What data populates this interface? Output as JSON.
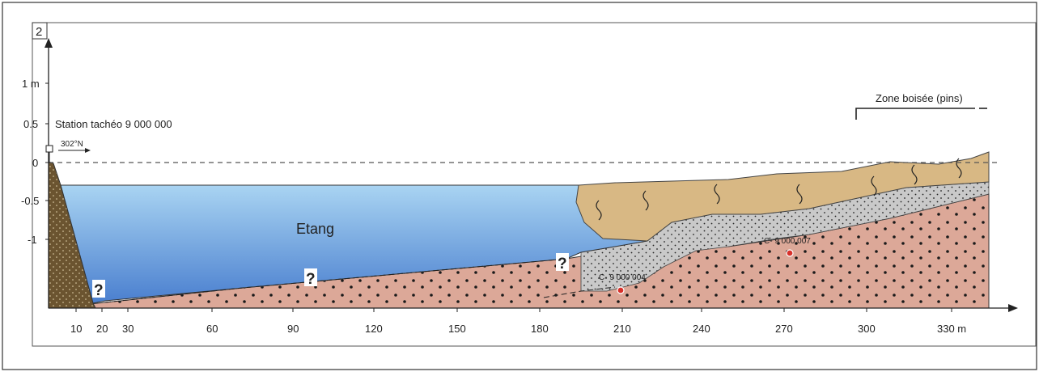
{
  "figure": {
    "panel_number": "2",
    "y_axis_ticks": [
      "1 m",
      "0.5",
      "0",
      "-0.5",
      "-1"
    ],
    "x_axis_ticks": [
      "10",
      "20",
      "30",
      "60",
      "90",
      "120",
      "150",
      "180",
      "210",
      "240",
      "270",
      "300",
      "330 m"
    ],
    "station_label": "Station tachéo 9 000 000",
    "bearing_label": "302°N",
    "pond_label": "Etang",
    "wooded_zone_label": "Zone boisée (pins)",
    "unknown_marker": "?",
    "core_1": "C- 9 000 004",
    "core_2": "C- 9 000 007"
  },
  "colors": {
    "water_top": "#a9d4f2",
    "water_bottom": "#4a7fcf",
    "sand": "#d8b884",
    "gravel": "#c9c9c9",
    "substrate": "#dca898",
    "embankment": "#6b5430",
    "core_dot": "#d8302a"
  }
}
